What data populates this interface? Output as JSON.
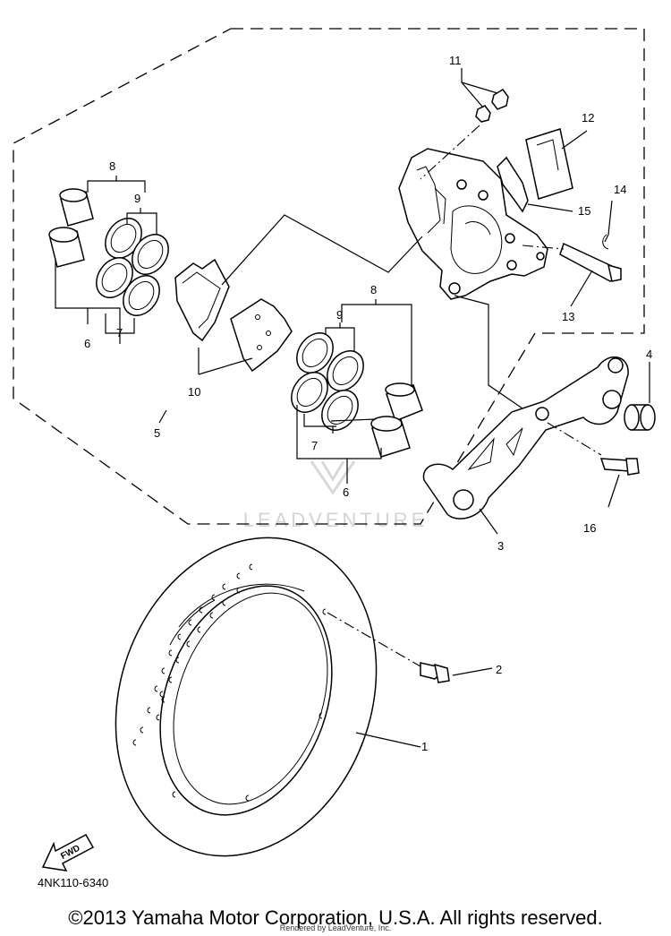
{
  "diagram": {
    "code": "4NK110-6340",
    "watermark": "LEADVENTURE",
    "fwd_label": "FWD",
    "callouts": [
      "1",
      "2",
      "3",
      "4",
      "5",
      "6",
      "7",
      "8",
      "9",
      "10",
      "11",
      "12",
      "13",
      "14",
      "15",
      "16"
    ]
  },
  "footer": {
    "copyright": "©2013 Yamaha Motor Corporation, U.S.A. All rights reserved.",
    "rendered_by": "Rendered by LeadVenture, Inc."
  }
}
